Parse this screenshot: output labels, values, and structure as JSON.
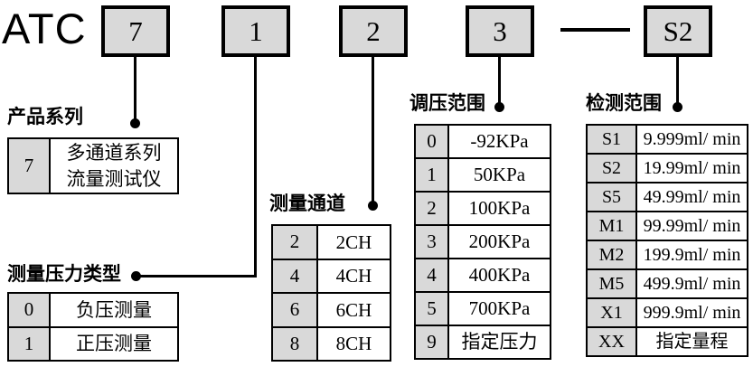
{
  "product_code": {
    "prefix": "ATC",
    "segments": {
      "s1": "7",
      "s2": "1",
      "s3": "2",
      "s4": "3",
      "s5": "S2"
    }
  },
  "colors": {
    "box_fill": "#d9d9d9",
    "line": "#000000",
    "background": "#ffffff"
  },
  "tables": [
    {
      "title": "产品系列",
      "rows": [
        {
          "code": "7",
          "desc": "多通道系列\n流量测试仪"
        }
      ]
    },
    {
      "title": "测量压力类型",
      "rows": [
        {
          "code": "0",
          "desc": "负压测量"
        },
        {
          "code": "1",
          "desc": "正压测量"
        }
      ]
    },
    {
      "title": "测量通道",
      "rows": [
        {
          "code": "2",
          "desc": "2CH"
        },
        {
          "code": "4",
          "desc": "4CH"
        },
        {
          "code": "6",
          "desc": "6CH"
        },
        {
          "code": "8",
          "desc": "8CH"
        }
      ]
    },
    {
      "title": "调压范围",
      "rows": [
        {
          "code": "0",
          "desc": "-92KPa"
        },
        {
          "code": "1",
          "desc": "50KPa"
        },
        {
          "code": "2",
          "desc": "100KPa"
        },
        {
          "code": "3",
          "desc": "200KPa"
        },
        {
          "code": "4",
          "desc": "400KPa"
        },
        {
          "code": "5",
          "desc": "700KPa"
        },
        {
          "code": "9",
          "desc": "指定压力"
        }
      ]
    },
    {
      "title": "检测范围",
      "rows": [
        {
          "code": "S1",
          "desc": "9.999ml/ min"
        },
        {
          "code": "S2",
          "desc": "19.99ml/ min"
        },
        {
          "code": "S5",
          "desc": "49.99ml/ min"
        },
        {
          "code": "M1",
          "desc": "99.99ml/ min"
        },
        {
          "code": "M2",
          "desc": "199.9ml/ min"
        },
        {
          "code": "M5",
          "desc": "499.9ml/ min"
        },
        {
          "code": "X1",
          "desc": "999.9ml/ min"
        },
        {
          "code": "XX",
          "desc": "指定量程"
        }
      ]
    }
  ]
}
